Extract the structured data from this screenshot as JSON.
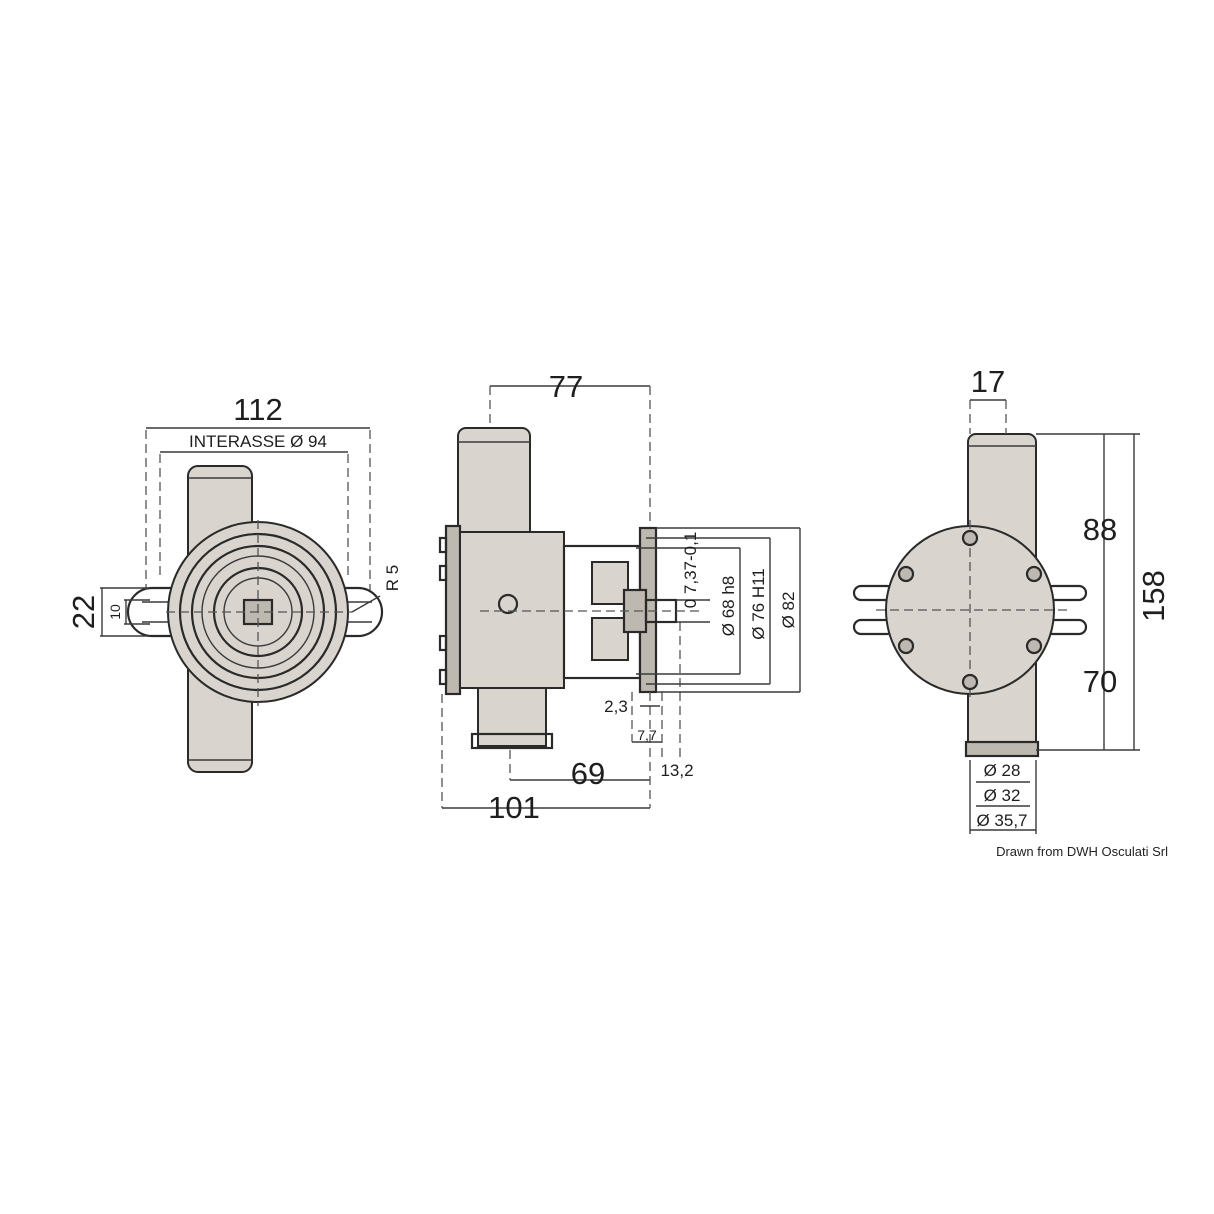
{
  "views": {
    "front": {
      "width": "112",
      "center_distance": "INTERASSE Ø 94",
      "slot_height": "22",
      "slot_width": "10",
      "slot_radius": "R 5"
    },
    "side": {
      "top_offset": "77",
      "outlet_offset": "69",
      "total_length": "101",
      "flange_thickness": "2,3",
      "hub_length": "7,7",
      "shaft_length": "13,2",
      "keyway": "0\n7,37-0,1",
      "shaft_diameter": "Ø 68 h8",
      "pilot_diameter": "Ø 76 H11",
      "flange_diameter": "Ø 82"
    },
    "rear": {
      "port_width": "17",
      "upper_height": "88",
      "total_height": "158",
      "lower_height": "70",
      "port_inner_diameter": "Ø 28",
      "port_mid_diameter": "Ø 32",
      "port_outer_diameter": "Ø 35,7"
    }
  },
  "credit": "Drawn from DWH Osculati Srl"
}
